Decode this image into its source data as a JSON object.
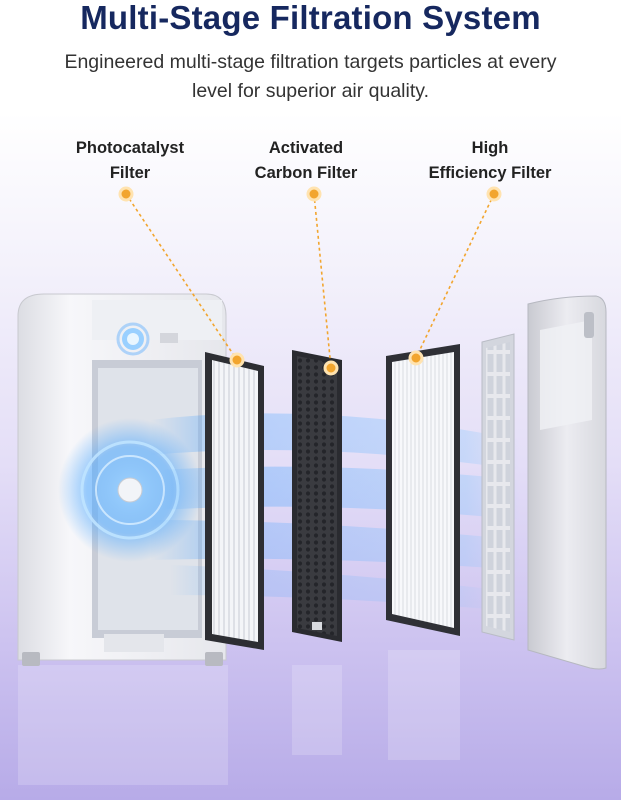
{
  "header": {
    "title": "Multi-Stage Filtration System",
    "subtitle_line1": "Engineered multi-stage filtration targets particles at every",
    "subtitle_line2": "level for superior air quality."
  },
  "callouts": [
    {
      "line1": "Photocatalyst",
      "line2": "Filter"
    },
    {
      "line1": "Activated",
      "line2": "Carbon Filter"
    },
    {
      "line1": "High",
      "line2": "Efficiency Filter"
    }
  ],
  "colors": {
    "title": "#16285f",
    "callout_dot": "#f2a52e",
    "airflow": "#4aa6ff",
    "background_bottom": "#b7abe8"
  },
  "icons": {
    "callout_marker": "orange-dot-icon",
    "purifier_power": "power-light-icon",
    "purifier_fan": "fan-icon"
  }
}
